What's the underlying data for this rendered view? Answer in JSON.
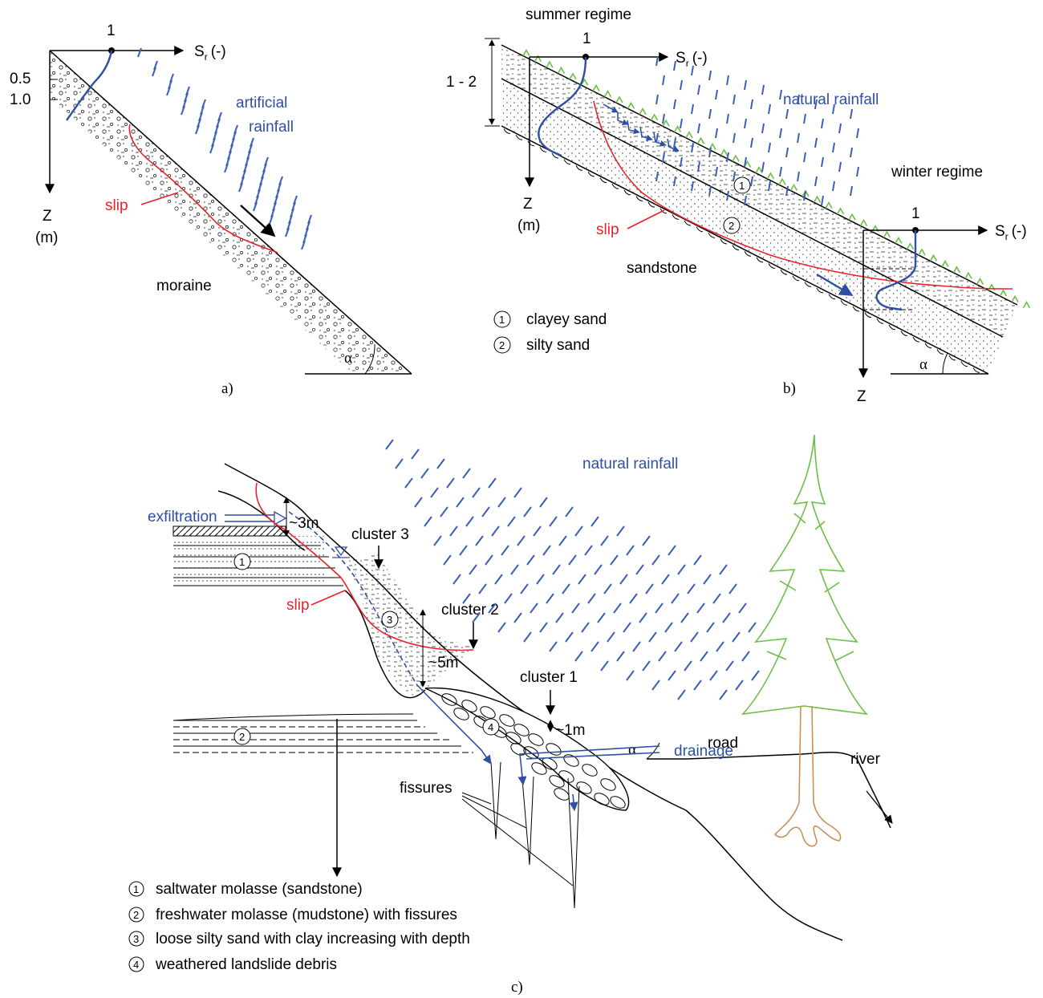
{
  "panel_a": {
    "caption": "a)",
    "axis_x_label": "S",
    "axis_x_sub": "r",
    "axis_x_unit": "(-)",
    "axis_z_label": "Z",
    "axis_z_unit": "(m)",
    "depth_ticks": [
      "0.5",
      "1.0"
    ],
    "profile_marker": "1",
    "rain_label_1": "artificial",
    "rain_label_2": "rainfall",
    "slip_label": "slip",
    "soil_label": "moraine",
    "angle_label": "α"
  },
  "panel_b": {
    "caption": "b)",
    "summer_label": "summer regime",
    "winter_label": "winter regime",
    "axis_x_label": "S",
    "axis_x_sub": "r",
    "axis_x_unit": "(-)",
    "axis_z_label": "Z",
    "axis_z_unit": "(m)",
    "depth_range": "1 - 2",
    "profile_marker": "1",
    "rain_label": "natural rainfall",
    "slip_label": "slip",
    "bedrock_label": "sandstone",
    "angle_label": "α",
    "layer_1": "1",
    "layer_2": "2",
    "legend": [
      {
        "num": "1",
        "text": "clayey sand"
      },
      {
        "num": "2",
        "text": "silty sand"
      }
    ]
  },
  "panel_c": {
    "caption": "c)",
    "rain_label": "natural rainfall",
    "exfiltration_label": "exfiltration",
    "depth_3m": "~3m",
    "depth_5m": "~5m",
    "depth_1m": "~1m",
    "cluster_3": "cluster 3",
    "cluster_2": "cluster 2",
    "cluster_1": "cluster 1",
    "slip_label": "slip",
    "drainage_label": "drainage",
    "fissures_label": "fissures",
    "road_label": "road",
    "river_label": "river",
    "angle_label": "α",
    "legend": [
      {
        "num": "1",
        "text": "saltwater molasse (sandstone)"
      },
      {
        "num": "2",
        "text": "freshwater molasse (mudstone) with fissures"
      },
      {
        "num": "3",
        "text": "loose silty sand with clay increasing with depth"
      },
      {
        "num": "4",
        "text": "weathered landslide debris"
      }
    ]
  },
  "colors": {
    "water_blue": "#2e4fa3",
    "slip_red": "#e8232a",
    "grass_green": "#6cbf46",
    "root_brown": "#c8905a"
  }
}
